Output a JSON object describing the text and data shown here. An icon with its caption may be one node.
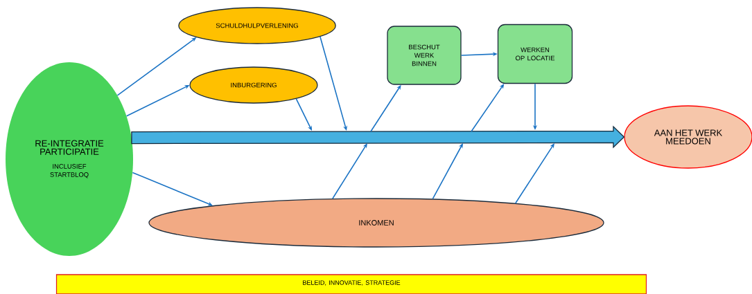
{
  "diagram": {
    "nodes": [
      {
        "text": [
          "RE-INTEGRATIE PARTICIPATIE",
          "INCLUSIEF STARTBLOQ"
        ]
      },
      {
        "text": [
          "SCHULDHULPVERLENING"
        ]
      },
      {
        "text": [
          "INBURGERING"
        ]
      },
      {
        "text": [
          "BESCHUT WERK BINNEN"
        ]
      },
      {
        "text": [
          "WERKEN OP LOCATIE"
        ]
      },
      {
        "text": [
          "AAN HET WERK MEEDOEN"
        ]
      },
      {
        "text": [
          "INKOMEN"
        ]
      },
      {
        "text": [
          "BELEID, INNOVATIE, STRATEGIE"
        ]
      }
    ],
    "edges": [
      {
        "from": 0,
        "to": 1,
        "arrow": "to"
      },
      {
        "from": 0,
        "to": 2,
        "arrow": "to"
      },
      {
        "from": 0,
        "to": 6,
        "arrow": "to"
      },
      {
        "from": 0,
        "to": 5,
        "arrow": "to",
        "style": "thick"
      },
      {
        "from": 1,
        "to": null,
        "arrow": "to"
      },
      {
        "from": 2,
        "to": null,
        "arrow": "to"
      },
      {
        "from": null,
        "to": 3,
        "arrow": "to"
      },
      {
        "from": 3,
        "to": 4,
        "arrow": "to"
      },
      {
        "from": null,
        "to": 4,
        "arrow": "to"
      },
      {
        "from": 4,
        "to": null,
        "arrow": "to"
      },
      {
        "from": 6,
        "to": null,
        "arrow": "to"
      },
      {
        "from": 6,
        "to": null,
        "arrow": "to"
      },
      {
        "from": 6,
        "to": null,
        "arrow": "to"
      }
    ]
  }
}
